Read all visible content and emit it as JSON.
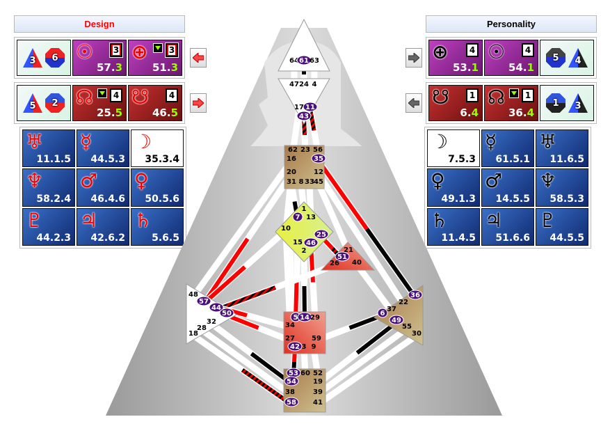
{
  "design": {
    "title": "Design",
    "title_color": "#ff0000",
    "variables": [
      {
        "shape": "triangle",
        "value": "3"
      },
      {
        "shape": "octagon",
        "value": "6"
      },
      {
        "shape": "triangle",
        "value": "5"
      },
      {
        "shape": "octagon",
        "value": "2"
      }
    ],
    "sun": {
      "icon": "sun-icon",
      "glyph": "☉",
      "gate": "57.",
      "line": "3",
      "line_box": "3",
      "fixed": false
    },
    "earth": {
      "icon": "earth-icon",
      "glyph": "⊕",
      "gate": "51.",
      "line": "3",
      "line_box": "3",
      "fixed": true
    },
    "north_node": {
      "icon": "north-node-icon",
      "glyph": "☊",
      "gate": "25.",
      "line": "5",
      "line_box": "4",
      "fixed": true
    },
    "south_node": {
      "icon": "south-node-icon",
      "glyph": "☋",
      "gate": "46.",
      "line": "5",
      "line_box": "4",
      "fixed": false
    },
    "planets": [
      {
        "name": "uranus",
        "glyph": "♅",
        "value": "11.1.5",
        "style": "blue"
      },
      {
        "name": "mercury",
        "glyph": "☿",
        "value": "44.5.3",
        "style": "blue"
      },
      {
        "name": "moon",
        "glyph": "☽",
        "value": "35.3.4",
        "style": "white"
      },
      {
        "name": "neptune",
        "glyph": "♆",
        "value": "58.2.4",
        "style": "blue"
      },
      {
        "name": "mars",
        "glyph": "♂",
        "value": "46.4.6",
        "style": "blue"
      },
      {
        "name": "venus",
        "glyph": "♀",
        "value": "50.5.6",
        "style": "blue"
      },
      {
        "name": "pluto",
        "glyph": "♇",
        "value": "44.2.3",
        "style": "blue"
      },
      {
        "name": "jupiter",
        "glyph": "♃",
        "value": "42.6.2",
        "style": "blue"
      },
      {
        "name": "saturn",
        "glyph": "♄",
        "value": "5.6.5",
        "style": "blue"
      }
    ]
  },
  "personality": {
    "title": "Personality",
    "title_color": "#000000",
    "variables": [
      {
        "shape": "octagon",
        "value": "5"
      },
      {
        "shape": "triangle",
        "value": "4"
      },
      {
        "shape": "octagon",
        "value": "1"
      },
      {
        "shape": "triangle",
        "value": "3"
      }
    ],
    "earth": {
      "icon": "earth-icon",
      "glyph": "⊕",
      "gate": "53.",
      "line": "1",
      "line_box": "4",
      "fixed": false
    },
    "sun": {
      "icon": "sun-icon",
      "glyph": "☉",
      "gate": "54.",
      "line": "1",
      "line_box": "4",
      "fixed": false
    },
    "south_node": {
      "icon": "south-node-icon",
      "glyph": "☋",
      "gate": "6.",
      "line": "4",
      "line_box": "1",
      "fixed": false
    },
    "north_node": {
      "icon": "north-node-icon",
      "glyph": "☊",
      "gate": "36.",
      "line": "4",
      "line_box": "1",
      "fixed": true
    },
    "planets": [
      {
        "name": "moon",
        "glyph": "☽",
        "value": "7.5.3",
        "style": "white"
      },
      {
        "name": "mercury",
        "glyph": "☿",
        "value": "61.5.1",
        "style": "blue"
      },
      {
        "name": "uranus",
        "glyph": "♅",
        "value": "11.6.5",
        "style": "blue"
      },
      {
        "name": "venus",
        "glyph": "♀",
        "value": "49.1.3",
        "style": "blue"
      },
      {
        "name": "mars",
        "glyph": "♂",
        "value": "14.5.5",
        "style": "blue"
      },
      {
        "name": "neptune",
        "glyph": "♆",
        "value": "58.5.3",
        "style": "blue"
      },
      {
        "name": "saturn",
        "glyph": "♄",
        "value": "11.4.5",
        "style": "blue"
      },
      {
        "name": "jupiter",
        "glyph": "♃",
        "value": "51.6.6",
        "style": "blue"
      },
      {
        "name": "pluto",
        "glyph": "♇",
        "value": "44.5.5",
        "style": "blue"
      }
    ]
  },
  "nav": {
    "design_left": "arrow-left",
    "design_right": "arrow-right",
    "personality_right": "arrow-right",
    "personality_left": "arrow-left"
  },
  "colors": {
    "design": "#ff0000",
    "personality": "#000000",
    "active_gate": "#4b0f7a"
  },
  "bodygraph": {
    "centers": [
      {
        "name": "head",
        "color": "#ffffff",
        "gates": [
          "64",
          "61",
          "63"
        ]
      },
      {
        "name": "ajna",
        "color": "#ffffff",
        "gates": [
          "47",
          "24",
          "4",
          "17",
          "11",
          "43"
        ]
      },
      {
        "name": "throat",
        "color": "#b08a58",
        "gates": [
          "62",
          "23",
          "56",
          "16",
          "35",
          "20",
          "12",
          "31",
          "8",
          "33",
          "45"
        ]
      },
      {
        "name": "g",
        "color": "#e8f060",
        "gates": [
          "1",
          "7",
          "13",
          "10",
          "25",
          "15",
          "46",
          "2"
        ]
      },
      {
        "name": "heart",
        "color": "#e06050",
        "gates": [
          "21",
          "51",
          "26",
          "40"
        ]
      },
      {
        "name": "spleen",
        "color": "#ffffff",
        "gates": [
          "48",
          "57",
          "44",
          "50",
          "32",
          "28",
          "18"
        ]
      },
      {
        "name": "sacral",
        "color": "#e05a48",
        "gates": [
          "5",
          "14",
          "29",
          "34",
          "27",
          "59",
          "42",
          "3",
          "9"
        ]
      },
      {
        "name": "solar-plexus",
        "color": "#b08a58",
        "gates": [
          "36",
          "22",
          "37",
          "6",
          "49",
          "55",
          "30"
        ]
      },
      {
        "name": "root",
        "color": "#b08a58",
        "gates": [
          "53",
          "60",
          "52",
          "54",
          "19",
          "38",
          "39",
          "58",
          "41"
        ]
      }
    ],
    "active_gates": {
      "61": "p",
      "11": "b",
      "35": "d",
      "36": "p",
      "7": "p",
      "25": "d",
      "46": "d",
      "51": "b",
      "57": "d",
      "44": "b",
      "50": "d",
      "5": "d",
      "14": "p",
      "42": "d",
      "53": "p",
      "54": "p",
      "58": "b",
      "6": "p",
      "49": "p",
      "43": "b"
    }
  }
}
